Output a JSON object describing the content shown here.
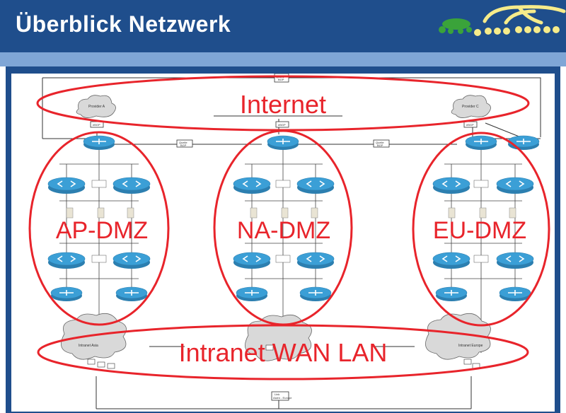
{
  "header": {
    "title": "Überblick Netzwerk",
    "logo": "bug-tree-logo"
  },
  "colors": {
    "header_bg": "#1f4e8c",
    "accent_band": "#7fa6d6",
    "highlight_red": "#e8242b",
    "device_blue": "#3b9fd6",
    "cloud_gray": "#d9d9d9"
  },
  "diagram": {
    "overlays": {
      "internet": "Internet",
      "ap_dmz": "AP-DMZ",
      "na_dmz": "NA-DMZ",
      "eu_dmz": "EU-DMZ",
      "intranet": "Intranet WAN LAN"
    },
    "small_labels": {
      "top_link": "Quelle\nBGP",
      "provider_a": "Provider A",
      "provider_c": "Provider C",
      "bgp_left": "eBGP",
      "bgp_mid": "eBGP",
      "bgp_right": "eBGP",
      "link_left": "Quelle\nBGP",
      "link_right": "Quelle\nBGP",
      "intranet_asia": "Intranet Asia",
      "intranet_europe": "Intranet Europe",
      "bottom_link": "Link\nAsien - Europe"
    }
  }
}
